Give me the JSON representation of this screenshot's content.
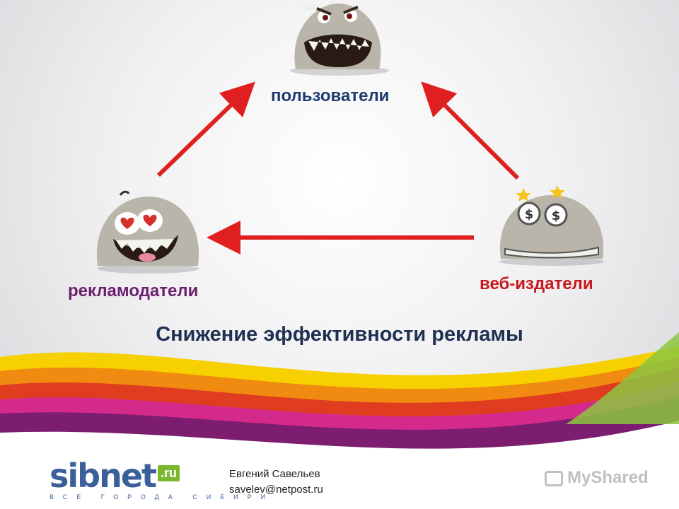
{
  "nodes": {
    "users": "пользователи",
    "advertisers": "рекламодатели",
    "publishers": "веб-издатели"
  },
  "heading": "Снижение эффективности рекламы",
  "footer": {
    "logo_word": "sibnet",
    "logo_ru": ".ru",
    "logo_tagline": "ВСЕ ГОРОДА СИБИРИ",
    "author_name": "Евгений Савельев",
    "author_email": "savelev@netpost.ru",
    "watermark": "MyShared"
  },
  "colors": {
    "arrow": "#e02020",
    "users_label": "#1f3b70",
    "advertisers_label": "#6b1f6e",
    "publishers_label": "#c8181d",
    "heading": "#1f3050"
  },
  "icons": [
    "angry-face-icon",
    "love-face-icon",
    "money-eyes-face-icon"
  ]
}
